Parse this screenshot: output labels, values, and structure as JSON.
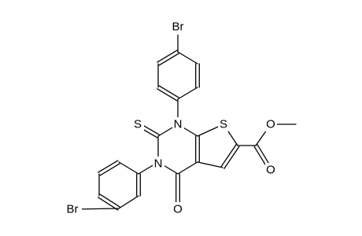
{
  "molecule": {
    "atoms": {
      "br_top": "Br",
      "br_bottom": "Br",
      "n1": "N",
      "n3": "N",
      "s_thiophene": "S",
      "s_thione": "S",
      "o_keto": "O",
      "o_ester_carbonyl": "O",
      "o_ester_methoxy": "O"
    },
    "colors": {
      "bond": "#000000",
      "label": "#000000",
      "background": "#ffffff"
    }
  }
}
